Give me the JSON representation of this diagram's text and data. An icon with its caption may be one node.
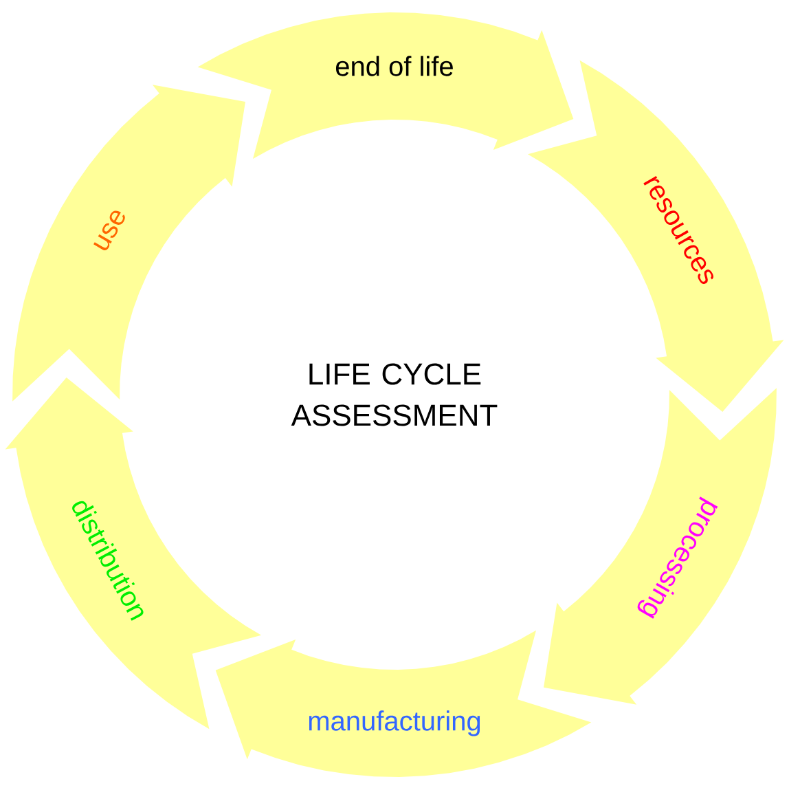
{
  "diagram": {
    "nodes": [
      {
        "text": [
          "end of life"
        ]
      },
      {
        "text": [
          "resources"
        ]
      },
      {
        "text": [
          "processing"
        ]
      },
      {
        "text": [
          "manufacturing"
        ]
      },
      {
        "text": [
          "distribution"
        ]
      },
      {
        "text": [
          "use"
        ]
      }
    ],
    "labels": [
      "LIFE CYCLE ASSESSMENT"
    ]
  }
}
